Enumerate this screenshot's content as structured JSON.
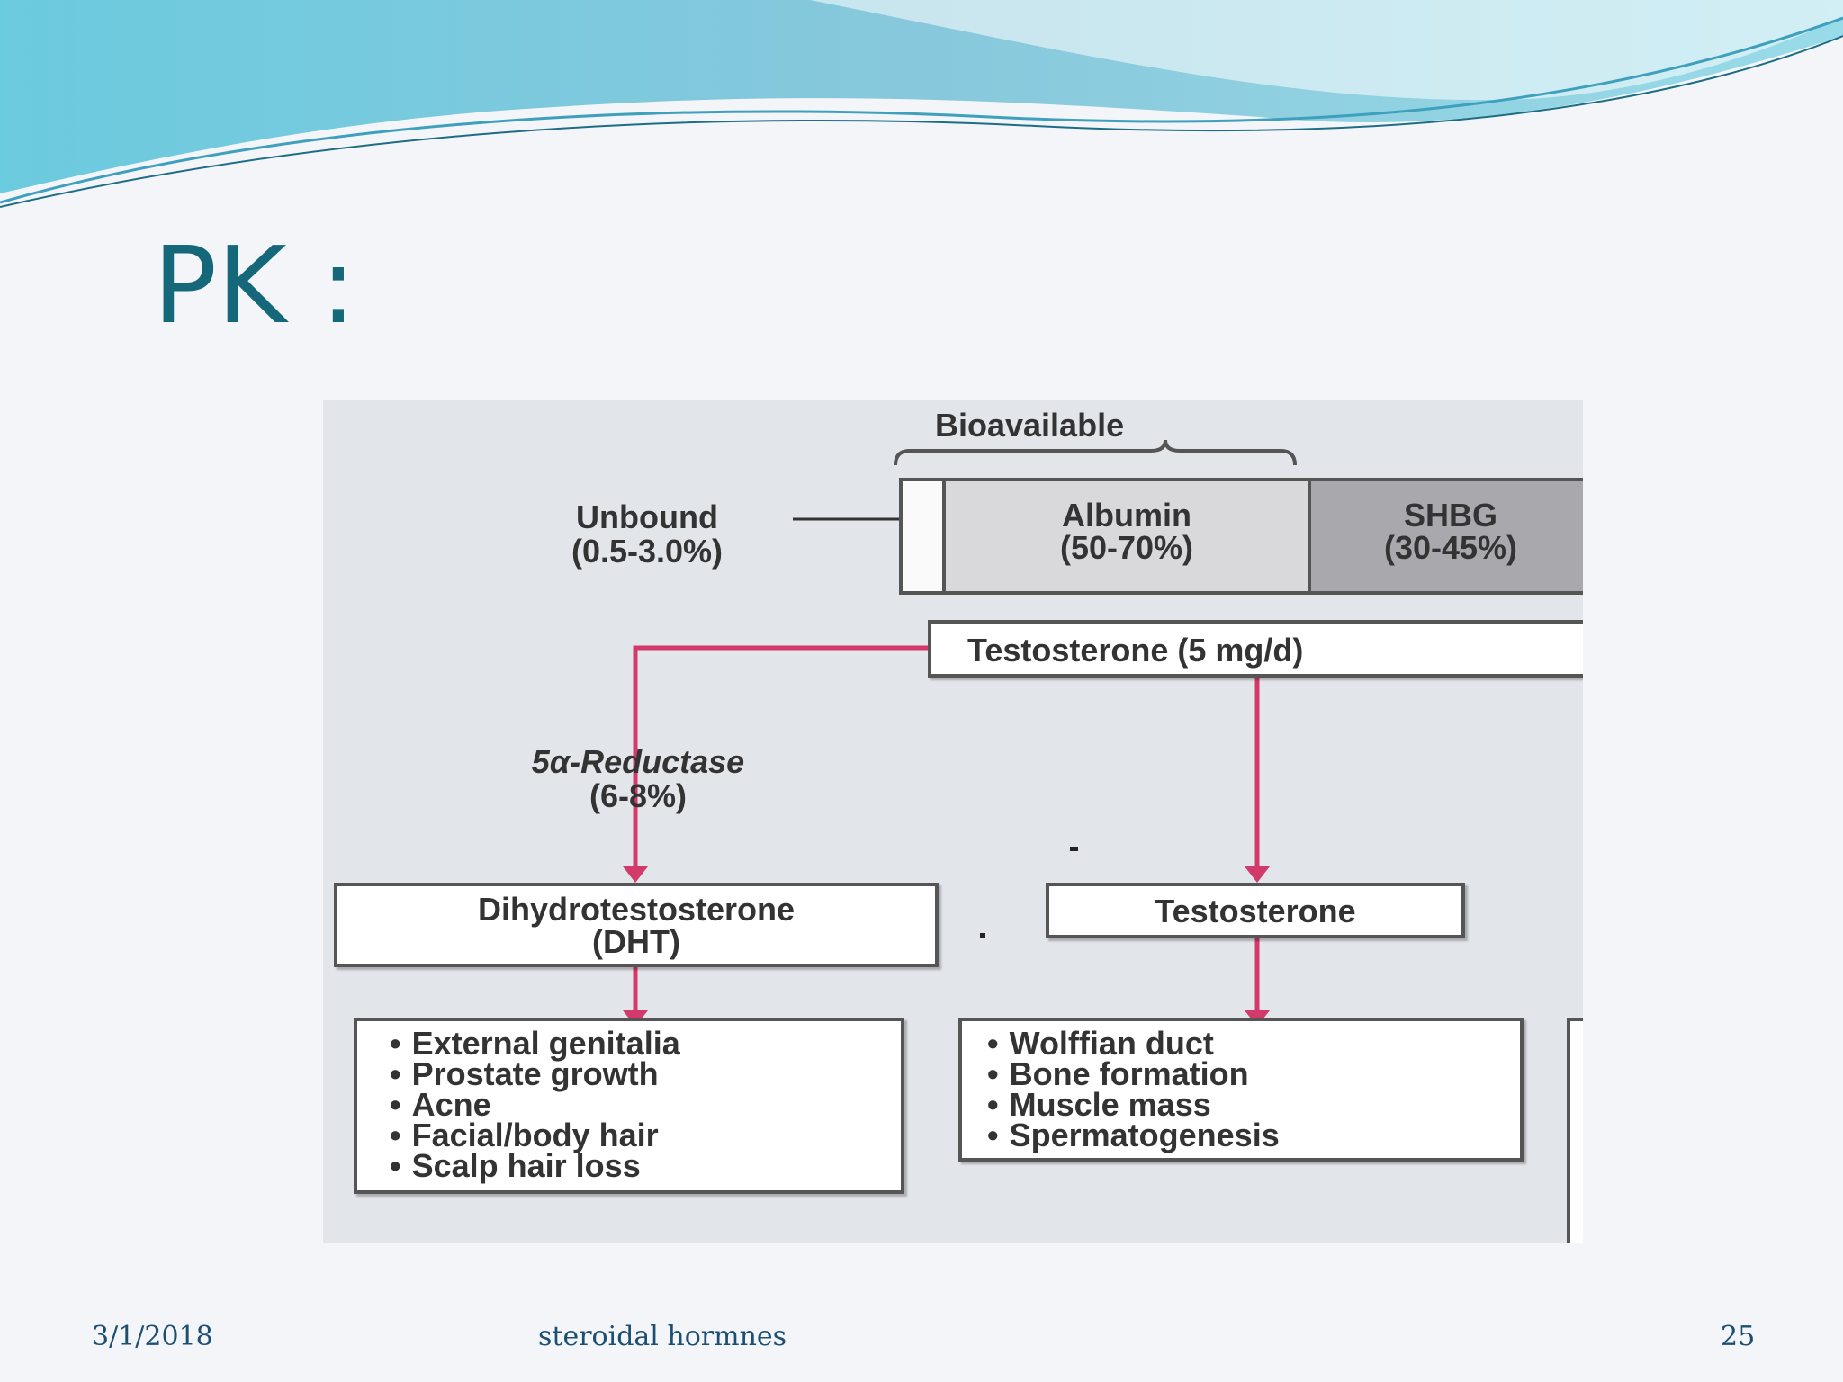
{
  "slide": {
    "title": "PK :",
    "footer": {
      "date": "3/1/2018",
      "subject": "steroidal hormnes",
      "page": "25"
    }
  },
  "diagram": {
    "bioavailable_label": "Bioavailable",
    "unbound": {
      "label": "Unbound",
      "pct": "(0.5-3.0%)"
    },
    "albumin": {
      "label": "Albumin",
      "pct": "(50-70%)"
    },
    "shbg": {
      "label": "SHBG",
      "pct": "(30-45%)"
    },
    "source": "Testosterone (5 mg/d)",
    "enzyme": {
      "label": "5α-Reductase",
      "pct": "(6-8%)"
    },
    "dht": {
      "line1": "Dihydrotestosterone",
      "line2": "(DHT)"
    },
    "testosterone": "Testosterone",
    "dht_effects": [
      "External genitalia",
      "Prostate growth",
      "Acne",
      "Facial/body hair",
      "Scalp hair loss"
    ],
    "testosterone_effects": [
      "Wolffian duct",
      "Bone formation",
      "Muscle mass",
      "Spermatogenesis"
    ],
    "colors": {
      "arrow": "#d23a6b",
      "text_title": "#15687a",
      "footer": "#1d4f73"
    }
  }
}
